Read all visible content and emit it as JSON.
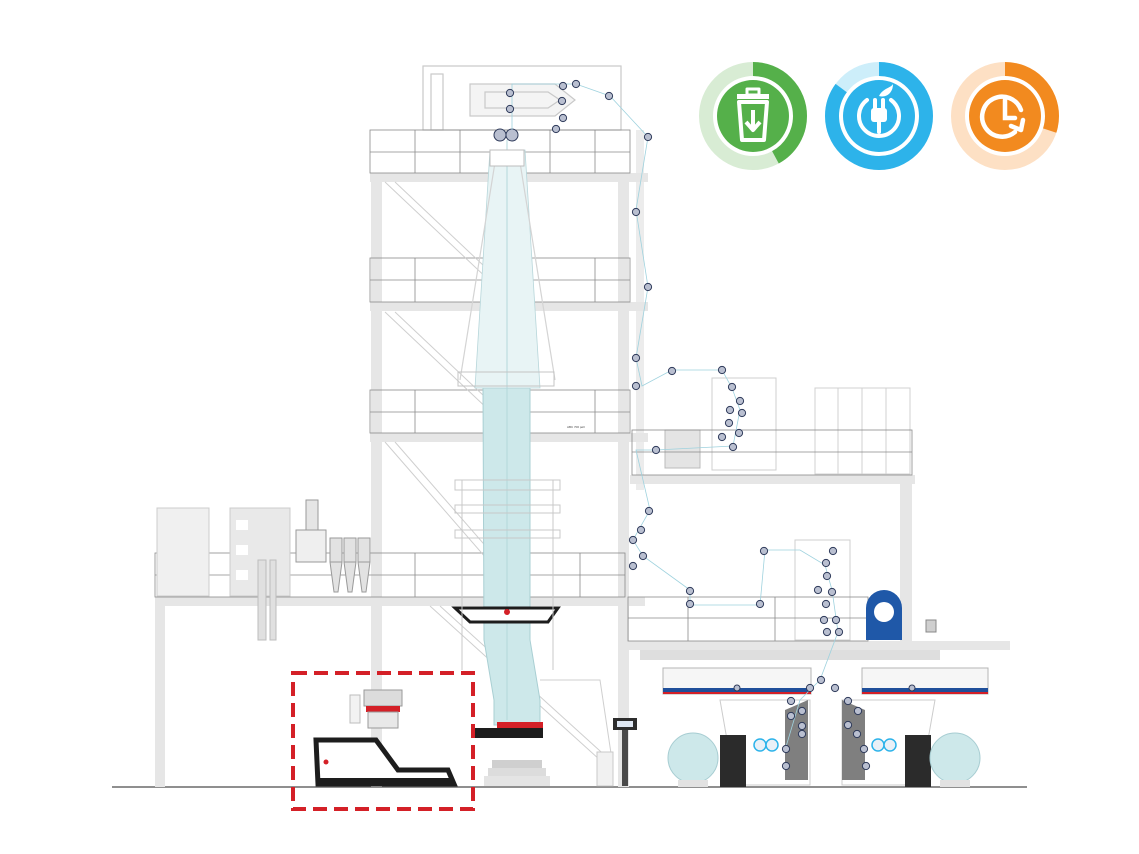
{
  "diagram": {
    "tower_plate_text": "ABC 700 péll",
    "highlight_color": "#d42027",
    "film_color": "#cde8ea",
    "roller_color": "#b9bfd0",
    "structure_color": "#e6e6e6"
  },
  "badges": [
    {
      "icon": "recycle-bin-icon",
      "color": "#55b04a",
      "track": "#d8ecd4",
      "level": 0.42
    },
    {
      "icon": "eco-plug-icon",
      "color": "#2db3ea",
      "track": "#cdeefa",
      "level": 0.85
    },
    {
      "icon": "clock-icon",
      "color": "#f28a1f",
      "track": "#fde0c4",
      "level": 0.3
    }
  ]
}
